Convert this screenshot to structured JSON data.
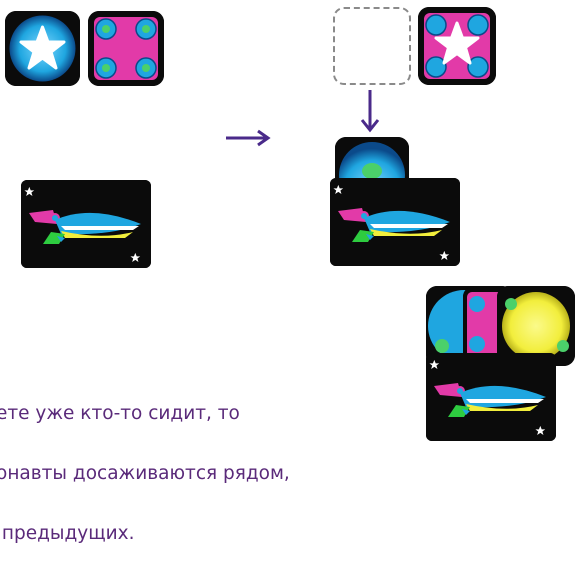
{
  "caption": {
    "line1": "ете уже кто-то сидит, то",
    "line2": "онавты досаживаются рядом,",
    "line3": " предыдущих."
  },
  "colors": {
    "text": "#5a2a7a",
    "arrow": "#4a2a8a",
    "tile_bg": "#0b0b0b",
    "cyan": "#1fa6e0",
    "magenta": "#e23aa8",
    "yellow": "#f2ee3c"
  },
  "icons": {
    "arrow_right": "arrow-right-icon",
    "arrow_down": "arrow-down-icon",
    "star": "star-icon",
    "spaceship": "spaceship-icon"
  }
}
